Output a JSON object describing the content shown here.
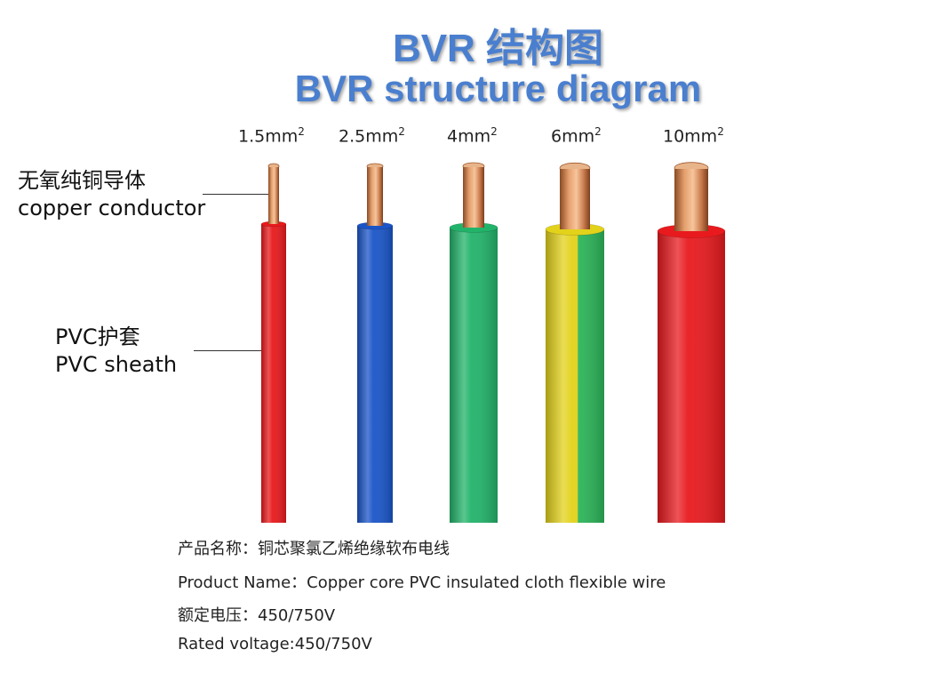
{
  "title": {
    "cn": "BVR 结构图",
    "en": "BVR structure diagram"
  },
  "wire_sizes": [
    {
      "label": "1.5mm",
      "sup": "2",
      "sheath_color": "#e8191c",
      "sheath_color_2": null
    },
    {
      "label": "2.5mm",
      "sup": "2",
      "sheath_color": "#1a55c8",
      "sheath_color_2": null
    },
    {
      "label": "4mm",
      "sup": "2",
      "sheath_color": "#22b36a",
      "sheath_color_2": null
    },
    {
      "label": "6mm",
      "sup": "2",
      "sheath_color": "#e3d21a",
      "sheath_color_2": "#2cb85a"
    },
    {
      "label": "10mm",
      "sup": "2",
      "sheath_color": "#e81a1e",
      "sheath_color_2": null
    }
  ],
  "callouts": {
    "conductor": {
      "cn": "无氧纯铜导体",
      "en": "copper conductor"
    },
    "sheath": {
      "cn": "PVC护套",
      "en": "PVC sheath"
    }
  },
  "product_info": {
    "name_cn": "产品名称：铜芯聚氯乙烯绝缘软布电线",
    "name_en": "Product Name：Copper core PVC insulated cloth flexible wire",
    "voltage_cn": "额定电压：450/750V",
    "voltage_en": "Rated voltage:450/750V"
  },
  "colors": {
    "title": "#4a7fcf",
    "copper": "#c8794a"
  }
}
